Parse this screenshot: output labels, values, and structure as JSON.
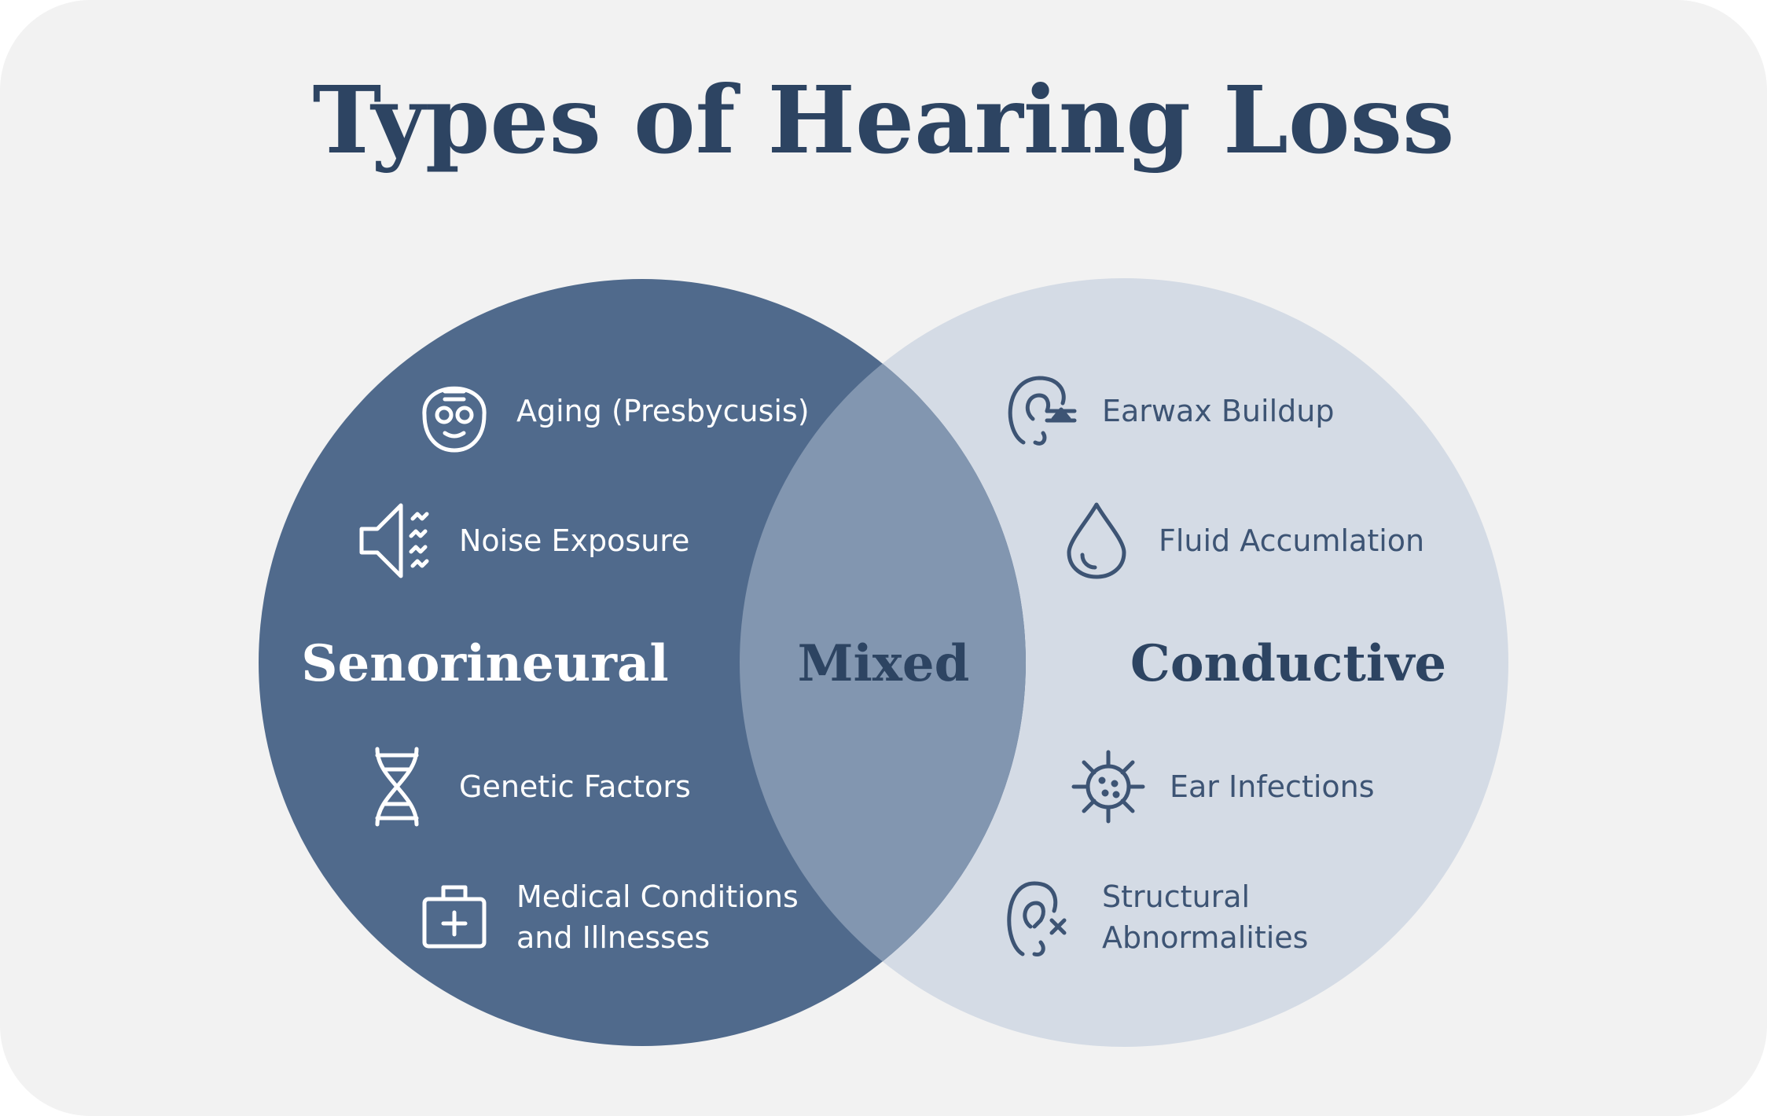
{
  "title": "Types of Hearing Loss",
  "colors": {
    "background": "#f2f2f2",
    "sensorineural": "#506a8c",
    "conductive": "#d4dbe5",
    "mixed": "#8296b0",
    "text_dark": "#2d4462"
  },
  "categories": {
    "left": "Senorineural",
    "middle": "Mixed",
    "right": "Conductive"
  },
  "left_items": [
    {
      "icon": "elderly-face-icon",
      "lines": [
        "Aging (Presbycusis)"
      ]
    },
    {
      "icon": "speaker-noise-icon",
      "lines": [
        "Noise Exposure"
      ]
    },
    {
      "icon": "dna-icon",
      "lines": [
        "Genetic Factors"
      ]
    },
    {
      "icon": "medical-kit-icon",
      "lines": [
        "Medical Conditions",
        "and Illnesses"
      ]
    }
  ],
  "right_items": [
    {
      "icon": "ear-wax-icon",
      "lines": [
        "Earwax Buildup"
      ]
    },
    {
      "icon": "droplet-icon",
      "lines": [
        "Fluid Accumlation"
      ]
    },
    {
      "icon": "virus-icon",
      "lines": [
        "Ear Infections"
      ]
    },
    {
      "icon": "ear-x-icon",
      "lines": [
        "Structural",
        "Abnormalities"
      ]
    }
  ]
}
